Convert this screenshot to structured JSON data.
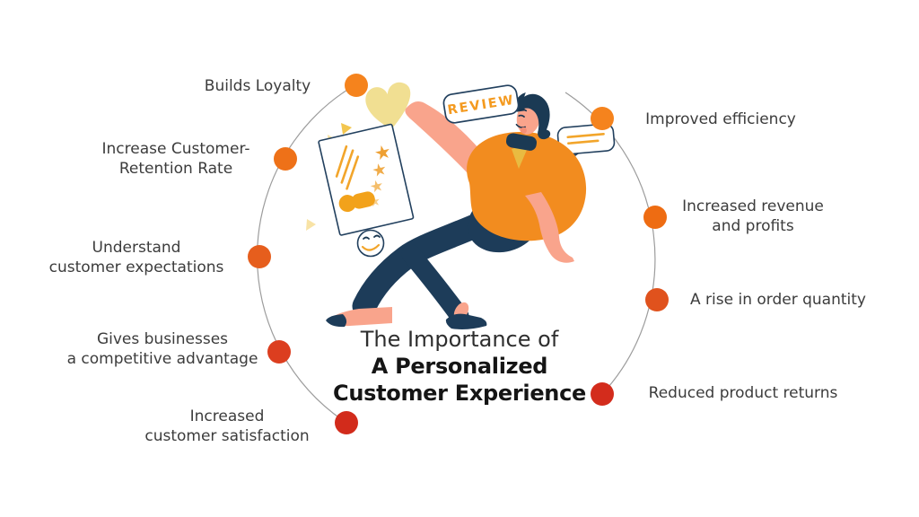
{
  "title": {
    "line1": "The Importance of",
    "line2": "A Personalized",
    "line3": "Customer Experience"
  },
  "benefits": {
    "left": [
      {
        "label": "Builds Loyalty",
        "color": "#F5831D"
      },
      {
        "label": "Increase Customer-\nRetention Rate",
        "color": "#EE7118"
      },
      {
        "label": "Understand\ncustomer expectations",
        "color": "#E65E1D"
      },
      {
        "label": "Gives businesses\na competitive advantage",
        "color": "#DC3E1F"
      },
      {
        "label": "Increased\ncustomer satisfaction",
        "color": "#D22B1B"
      }
    ],
    "right": [
      {
        "label": "Improved efficiency",
        "color": "#F5831D"
      },
      {
        "label": "Increased revenue\nand profits",
        "color": "#EE6C12"
      },
      {
        "label": "A rise in order quantity",
        "color": "#E0521D"
      },
      {
        "label": "Reduced product returns",
        "color": "#D32C1C"
      }
    ]
  },
  "illustration": {
    "review_label": "REVIEW",
    "colors": {
      "arc": "#9C9C9C",
      "skin": "#F9A48C",
      "shirt": "#F28C1F",
      "pants": "#1D3C59",
      "hair": "#1B3A54",
      "outline_navy": "#22405E",
      "accent_orange": "#F2A52B",
      "gold": "#E9BB41",
      "heart_yellow": "#F1DF92",
      "blush": "#F58F76"
    }
  }
}
